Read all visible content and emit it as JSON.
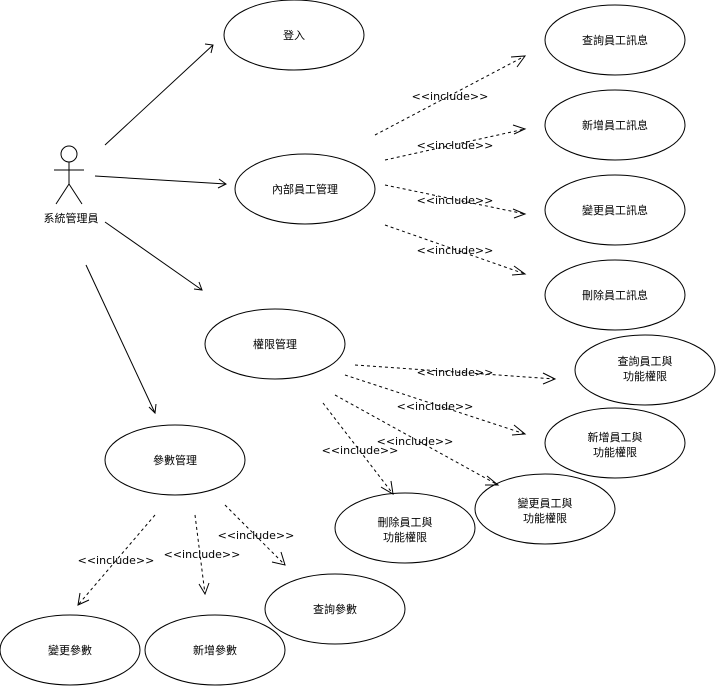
{
  "actor": {
    "label": "系統管理員"
  },
  "use_cases": {
    "login": "登入",
    "internal_staff_mgmt": "內部員工管理",
    "query_staff": "查詢員工訊息",
    "add_staff": "新增員工訊息",
    "change_staff": "變更員工訊息",
    "delete_staff": "刪除員工訊息",
    "permission_mgmt": "權限管理",
    "query_staff_perm_1": "查詢員工與",
    "query_staff_perm_2": "功能權限",
    "add_staff_perm_1": "新增員工與",
    "add_staff_perm_2": "功能權限",
    "change_staff_perm_1": "變更員工與",
    "change_staff_perm_2": "功能權限",
    "delete_staff_perm_1": "刪除員工與",
    "delete_staff_perm_2": "功能權限",
    "param_mgmt": "參數管理",
    "change_param": "變更參數",
    "add_param": "新增參數",
    "query_param": "查詢參數"
  },
  "relationship_label": "<<include>>"
}
